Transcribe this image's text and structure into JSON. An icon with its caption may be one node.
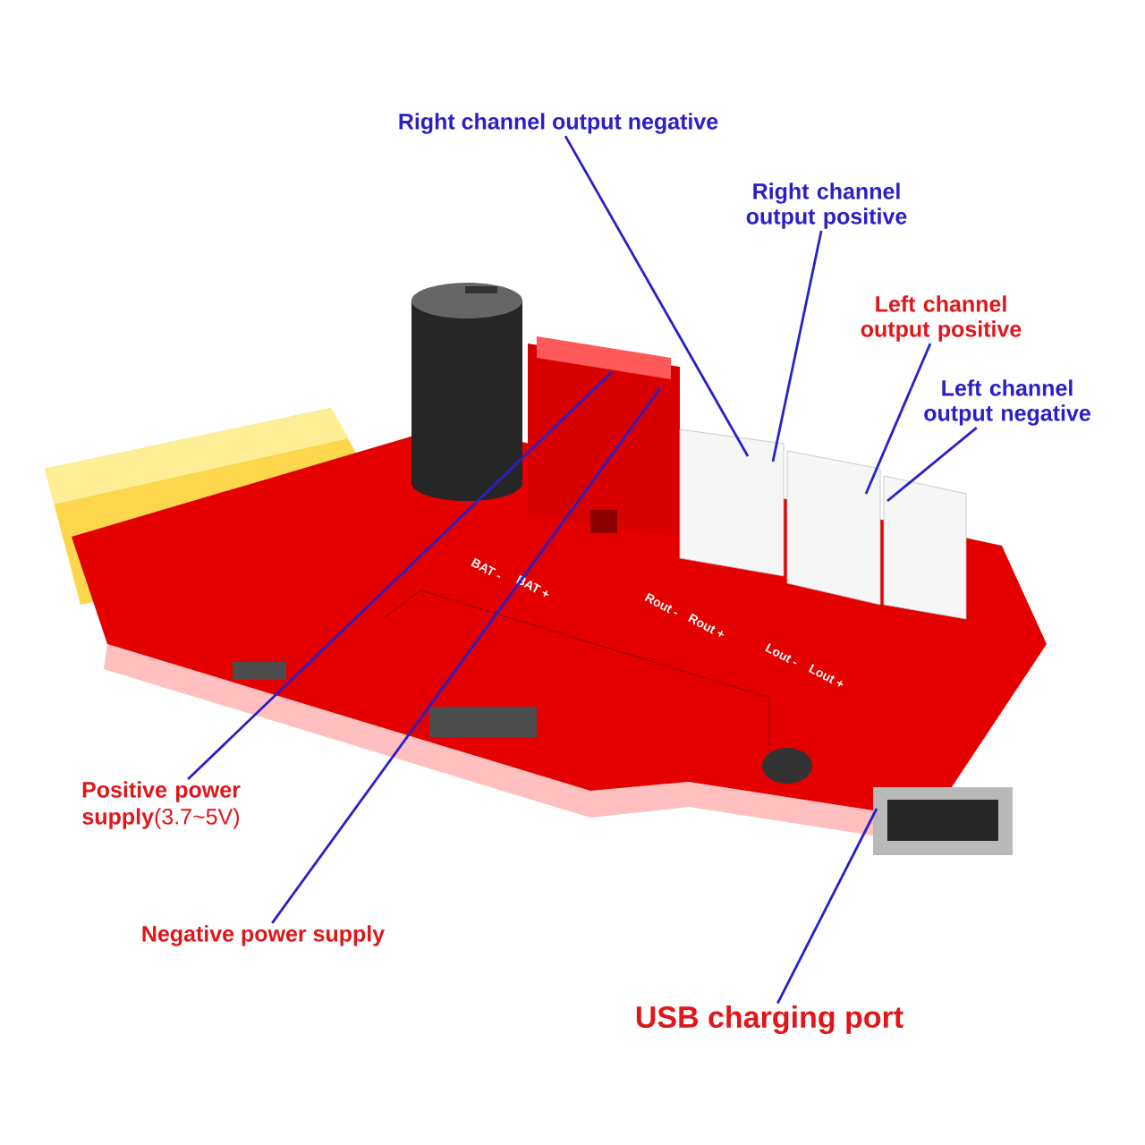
{
  "diagram": {
    "nodes": [
      {
        "text": [
          "Right channel output negative"
        ]
      },
      {
        "text": [
          "Right channel output positive"
        ]
      },
      {
        "text": [
          "Left channel output positive"
        ]
      },
      {
        "text": [
          "Left channel output negative"
        ]
      },
      {
        "text": [
          "**Positive power supply**(3.7~5V)"
        ]
      },
      {
        "text": [
          "Negative power supply"
        ]
      },
      {
        "text": [
          "USB charging port"
        ]
      }
    ],
    "edges": [
      {
        "from": 0,
        "to": null,
        "arrow": "none"
      },
      {
        "from": 1,
        "to": null,
        "arrow": "none"
      },
      {
        "from": 2,
        "to": null,
        "arrow": "none"
      },
      {
        "from": 3,
        "to": null,
        "arrow": "none"
      },
      {
        "from": 4,
        "to": null,
        "arrow": "none"
      },
      {
        "from": 5,
        "to": null,
        "arrow": "none"
      },
      {
        "from": 6,
        "to": null,
        "arrow": "none"
      }
    ],
    "labels": [
      "BAT -",
      "BAT +",
      "Rout -",
      "Rout +",
      "Lout -",
      "Lout +"
    ]
  }
}
